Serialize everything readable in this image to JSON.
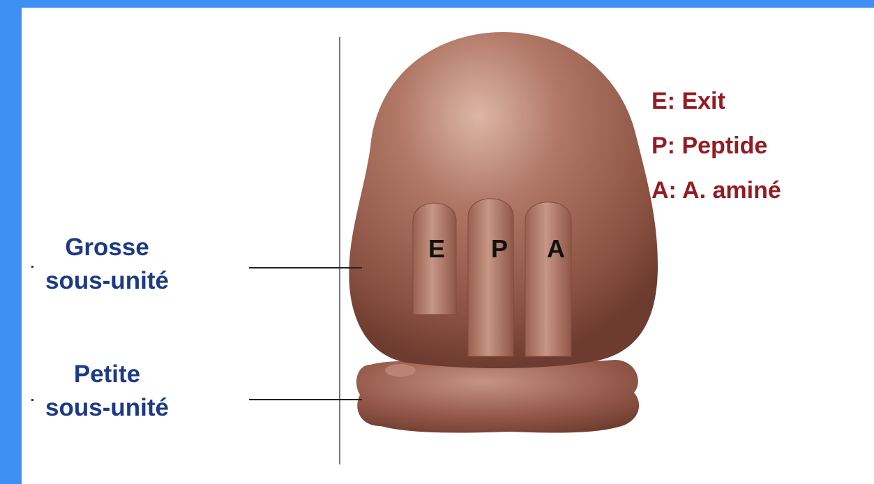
{
  "labels": {
    "grosse_line1": "Grosse",
    "grosse_line2": "sous-unité",
    "petite_line1": "Petite",
    "petite_line2": "sous-unité"
  },
  "sites": {
    "e": "E",
    "p": "P",
    "a": "A"
  },
  "legend": [
    "E: Exit",
    "P: Peptide",
    "A: A. aminé"
  ],
  "colors": {
    "frame": "#3f8ff5",
    "ribosome": "#a86b57",
    "label_text": "#1d3a86",
    "legend_text": "#951b24"
  }
}
